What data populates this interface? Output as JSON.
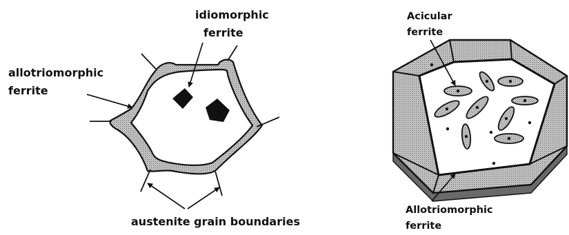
{
  "left_diagram": {
    "labels": {
      "idiomorphic_line1": "idiomorphic",
      "idiomorphic_line2": "ferrite",
      "allotriomorphic_line1": "allotriomorphic",
      "allotriomorphic_line2": "ferrite",
      "boundaries": "austenite grain boundaries"
    }
  },
  "right_diagram": {
    "labels": {
      "acicular_line1": "Acicular",
      "acicular_line2": "ferrite",
      "allotriomorphic_line1": "Allotriomorphic",
      "allotriomorphic_line2": "ferrite"
    }
  },
  "colors": {
    "ink": "#111111",
    "hatch": "#9a9a9a",
    "background": "#ffffff"
  }
}
